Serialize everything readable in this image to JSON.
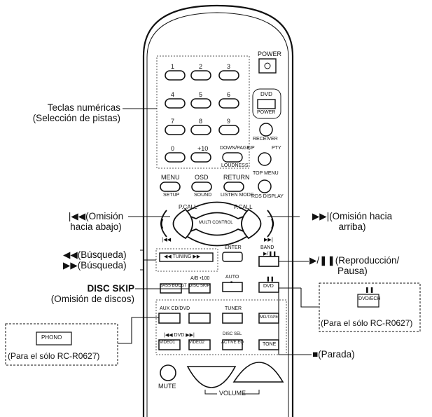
{
  "remote": {
    "keys": {
      "power": "POWER",
      "n1": "1",
      "n2": "2",
      "n3": "3",
      "n4": "4",
      "n5": "5",
      "n6": "6",
      "n7": "7",
      "n8": "8",
      "n9": "9",
      "n0": "0",
      "n10": "+10",
      "dvd": "DVD",
      "dvd_power": "POWER",
      "receiver": "RECEIVER",
      "down_page": "DOWN/PAGE",
      "up": "UP",
      "pty": "PTY",
      "loudness": "LOUDNESS",
      "top_menu": "TOP MENU",
      "menu": "MENU",
      "osd": "OSD",
      "return": "RETURN",
      "setup": "SETUP",
      "sound": "SOUND",
      "listen_mode": "LISTEN MODE",
      "rds_display": "RDS DISPLAY",
      "pcall_left": "P.CALL",
      "pcall_right": "P.CALL",
      "multi_control": "MULTI CONTROL",
      "tuning": "TUNING",
      "enter": "ENTER",
      "band": "BAND",
      "ab100": "A/B •100",
      "bass_boost": "BASS BOOST",
      "disc_skip": "DISC SKIP",
      "auto": "AUTO",
      "dvd2": "DVD",
      "aux_cd_dvd": "AUX CD/DVD",
      "tuner": "TUNER",
      "md_tape": "MD/TAPE",
      "dvd3": "DVD",
      "video1": "VIDEO1",
      "video2": "VIDEO2",
      "disc_sel": "DISC SEL",
      "active_eq": "ACTIVE EQ",
      "tone": "TONE",
      "mute": "MUTE",
      "volume": "VOLUME"
    }
  },
  "callouts": {
    "teclas_line1": "Teclas numéricas",
    "teclas_line2": "(Selección de pistas)",
    "omision_abajo_line1": "Omisión",
    "omision_abajo_line2": "hacia abajo)",
    "omision_arriba_line1": "(Omisión hacia",
    "omision_arriba_line2": "arriba)",
    "busqueda1": "(Búsqueda)",
    "busqueda2": "(Búsqueda)",
    "reproduccion_line1": "(Reproducción/",
    "reproduccion_line2": "Pausa)",
    "disc_skip_title": "DISC SKIP",
    "disc_skip_sub": "(Omisión de discos)",
    "parada": "(Parada)",
    "dvd_ech": "DVD/ECH",
    "phono": "PHONO",
    "solo_right": "(Para el sólo RC-R0627)",
    "solo_left": "(Para el sólo RC-R0627)"
  }
}
